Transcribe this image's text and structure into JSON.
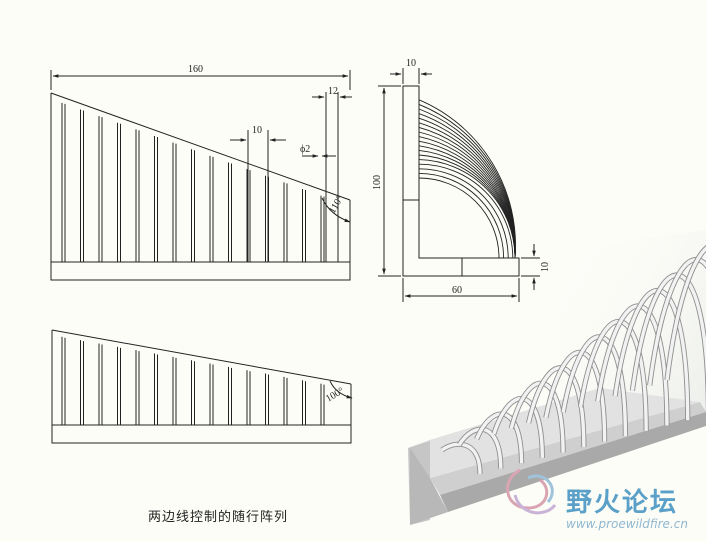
{
  "drawing_top": {
    "dim_overall": "160",
    "dim_end_gap": "12",
    "dim_spacing": "10",
    "dim_diameter": "ϕ2",
    "angle": "110°"
  },
  "drawing_bottom": {
    "angle": "100°"
  },
  "side_view": {
    "dim_top": "10",
    "dim_height": "100",
    "dim_bottom": "60",
    "dim_right": "10"
  },
  "caption": "两边线控制的随行阵列",
  "watermark": {
    "name": "野火论坛",
    "url": "www.proewildfire.cn"
  },
  "colors": {
    "line": "#222222",
    "model_face": "#d6d6d6",
    "model_shadow": "#b4b4b4",
    "watermark": "#5aa0c8"
  }
}
